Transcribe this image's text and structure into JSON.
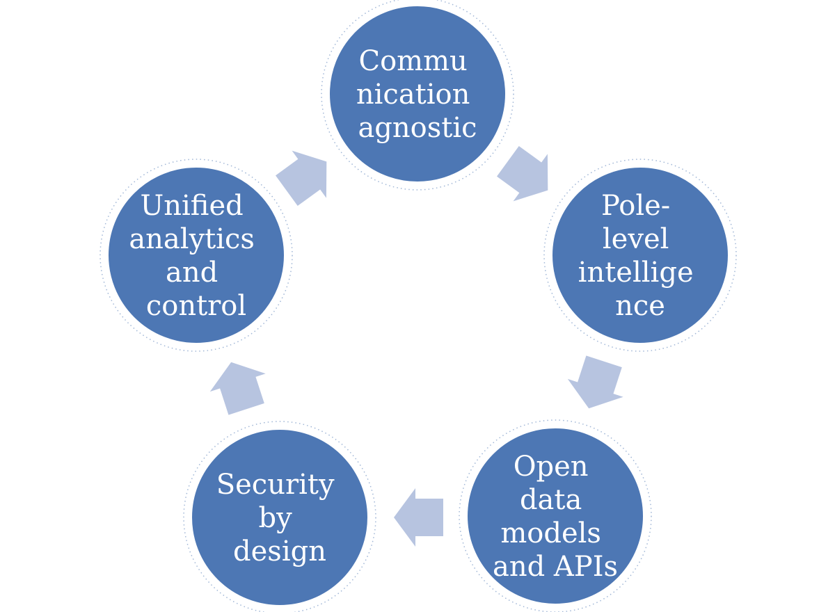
{
  "diagram": {
    "type": "cycle",
    "direction": "clockwise",
    "background": "#ffffff",
    "colors": {
      "node_fill": "#4d77b4",
      "node_border": "#ffffff",
      "node_ring": "#8fa9cf",
      "arrow_fill": "#b7c4e0",
      "text": "#ffffff"
    },
    "nodes": [
      {
        "label": "Communication agnostic",
        "lines": [
          "Commu",
          "nication",
          "agnostic"
        ]
      },
      {
        "label": "Pole-level intelligence",
        "lines": [
          "Pole-",
          "level",
          "intellige",
          "nce"
        ]
      },
      {
        "label": "Open data models and APIs",
        "lines": [
          "Open",
          "data",
          "models",
          "and APIs"
        ]
      },
      {
        "label": "Security by design",
        "lines": [
          "Security",
          "by",
          "design"
        ]
      },
      {
        "label": "Unified analytics and control",
        "lines": [
          "Unified",
          "analytics",
          "and",
          "control"
        ]
      }
    ],
    "arrows": [
      {
        "from": "Communication agnostic",
        "to": "Pole-level intelligence"
      },
      {
        "from": "Pole-level intelligence",
        "to": "Open data models and APIs"
      },
      {
        "from": "Open data models and APIs",
        "to": "Security by design"
      },
      {
        "from": "Security by design",
        "to": "Unified analytics and control"
      },
      {
        "from": "Unified analytics and control",
        "to": "Communication agnostic"
      }
    ]
  }
}
